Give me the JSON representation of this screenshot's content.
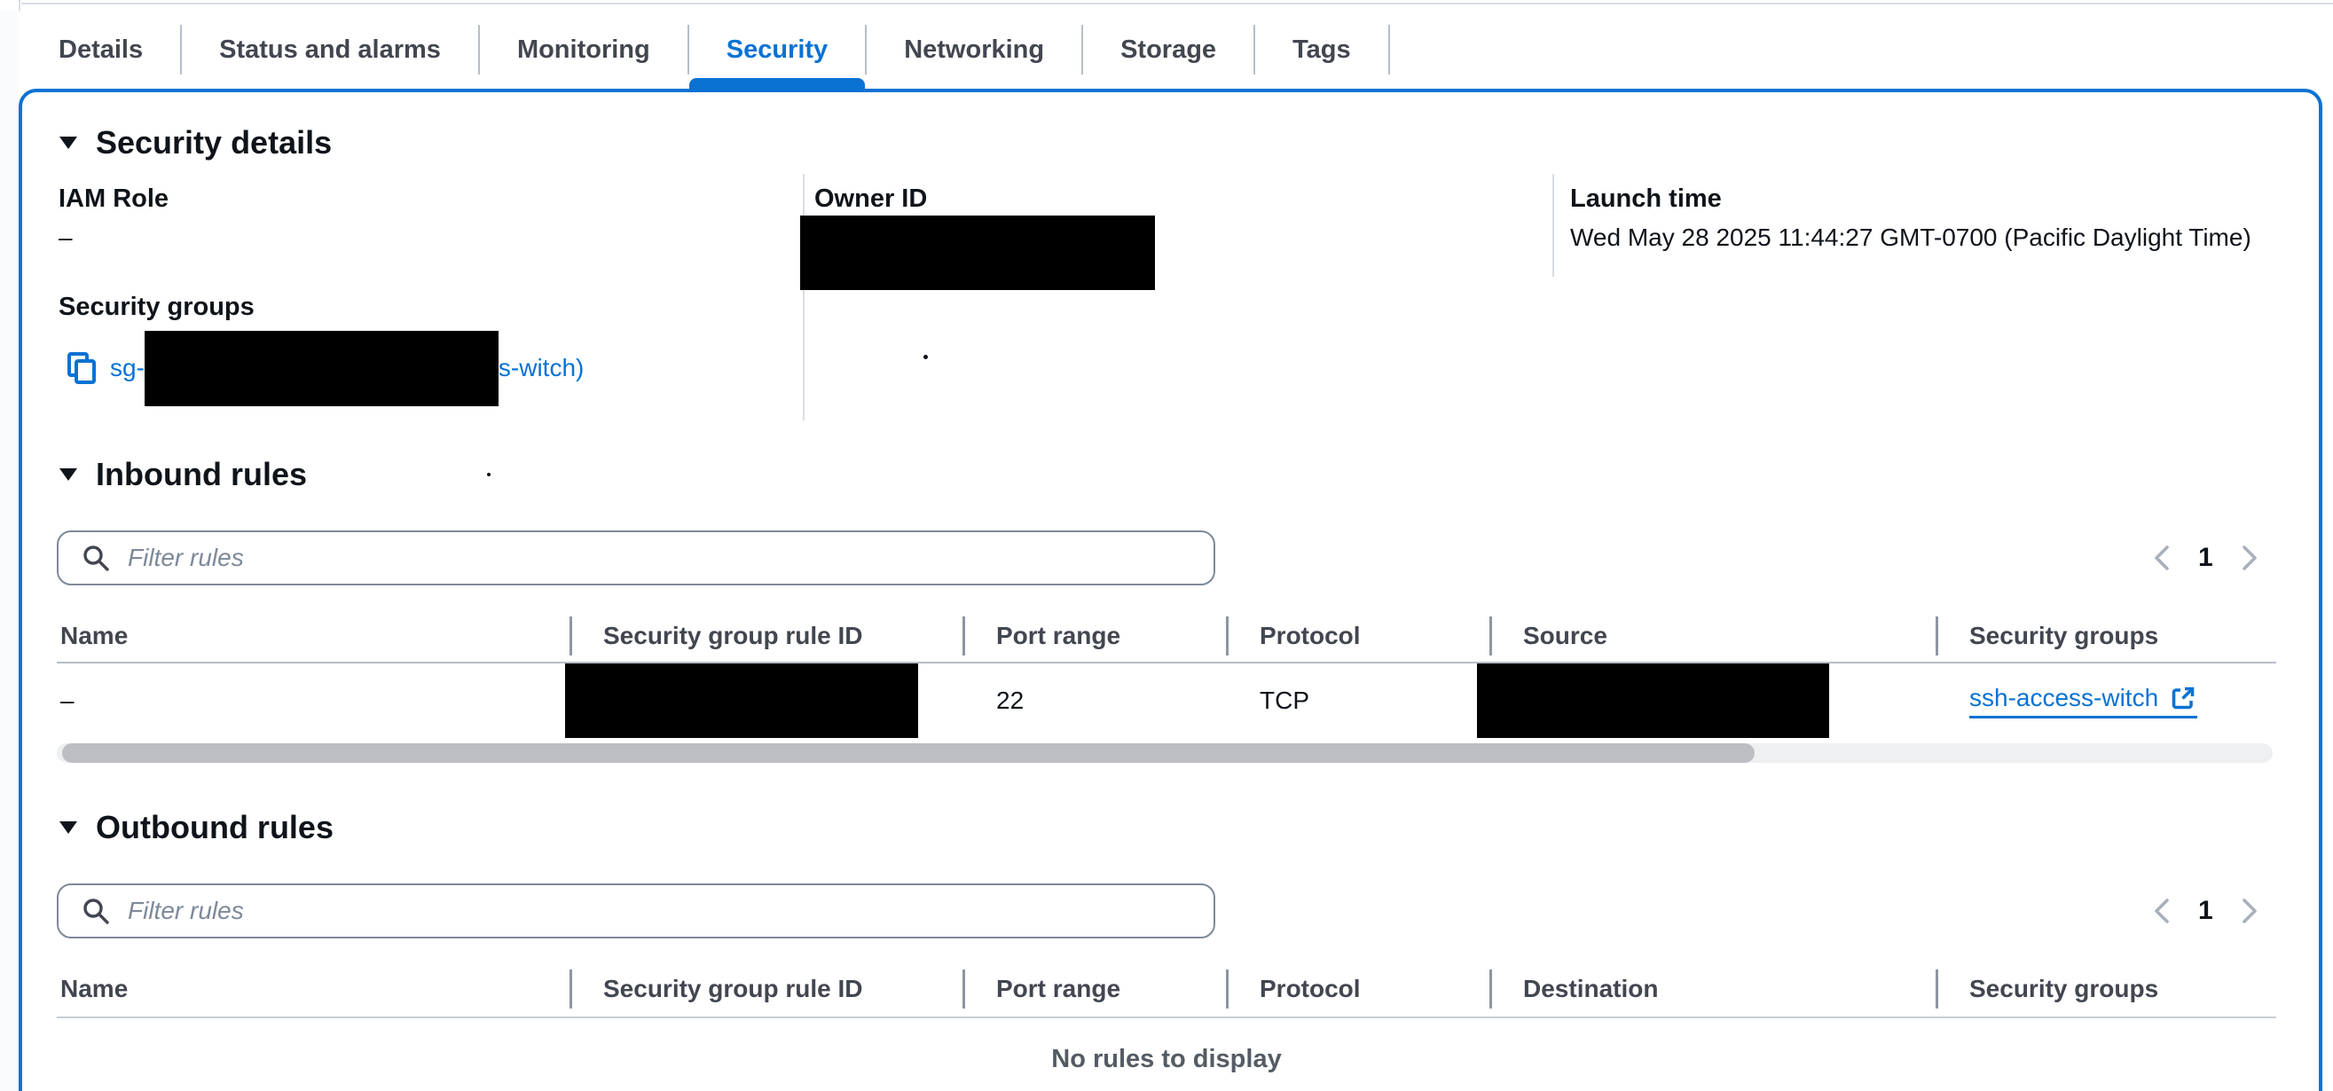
{
  "colors": {
    "accent": "#0972d3",
    "text_primary": "#0f141a",
    "text_secondary": "#424650",
    "tab_divider": "#b6bec9",
    "placeholder": "#7d8998",
    "redaction": "#000000",
    "scrollbar_thumb": "#bdbec3"
  },
  "icons": {
    "triangle_down": "▼ filled collapse triangle",
    "copy": "two overlapping squares",
    "search": "magnifier",
    "external_link": "square with arrow to top-right",
    "chevron_left": "‹",
    "chevron_right": "›"
  },
  "tabs": {
    "items": [
      {
        "label": "Details",
        "active": false
      },
      {
        "label": "Status and alarms",
        "active": false
      },
      {
        "label": "Monitoring",
        "active": false
      },
      {
        "label": "Security",
        "active": true
      },
      {
        "label": "Networking",
        "active": false
      },
      {
        "label": "Storage",
        "active": false
      },
      {
        "label": "Tags",
        "active": false
      }
    ]
  },
  "security_details": {
    "title": "Security details",
    "iam_role_label": "IAM Role",
    "iam_role_value": "–",
    "owner_id_label": "Owner ID",
    "owner_id_value": "[redacted]",
    "launch_time_label": "Launch time",
    "launch_time_value": "Wed May 28 2025 11:44:27 GMT-0700 (Pacific Daylight Time)",
    "security_groups_label": "Security groups",
    "sg_link_prefix": "sg-",
    "sg_link_redacted": "[redacted]",
    "sg_link_suffix": "s-witch)"
  },
  "inbound": {
    "title": "Inbound rules",
    "filter_placeholder": "Filter rules",
    "pagination": {
      "current_page": "1"
    },
    "headers": [
      "Name",
      "Security group rule ID",
      "Port range",
      "Protocol",
      "Source",
      "Security groups"
    ],
    "rows": [
      {
        "name": "–",
        "security_group_rule_id": "[redacted]",
        "port_range": "22",
        "protocol": "TCP",
        "source": "[redacted]",
        "security_group_link": "ssh-access-witch"
      }
    ]
  },
  "outbound": {
    "title": "Outbound rules",
    "filter_placeholder": "Filter rules",
    "pagination": {
      "current_page": "1"
    },
    "headers": [
      "Name",
      "Security group rule ID",
      "Port range",
      "Protocol",
      "Destination",
      "Security groups"
    ],
    "empty_text": "No rules to display"
  }
}
